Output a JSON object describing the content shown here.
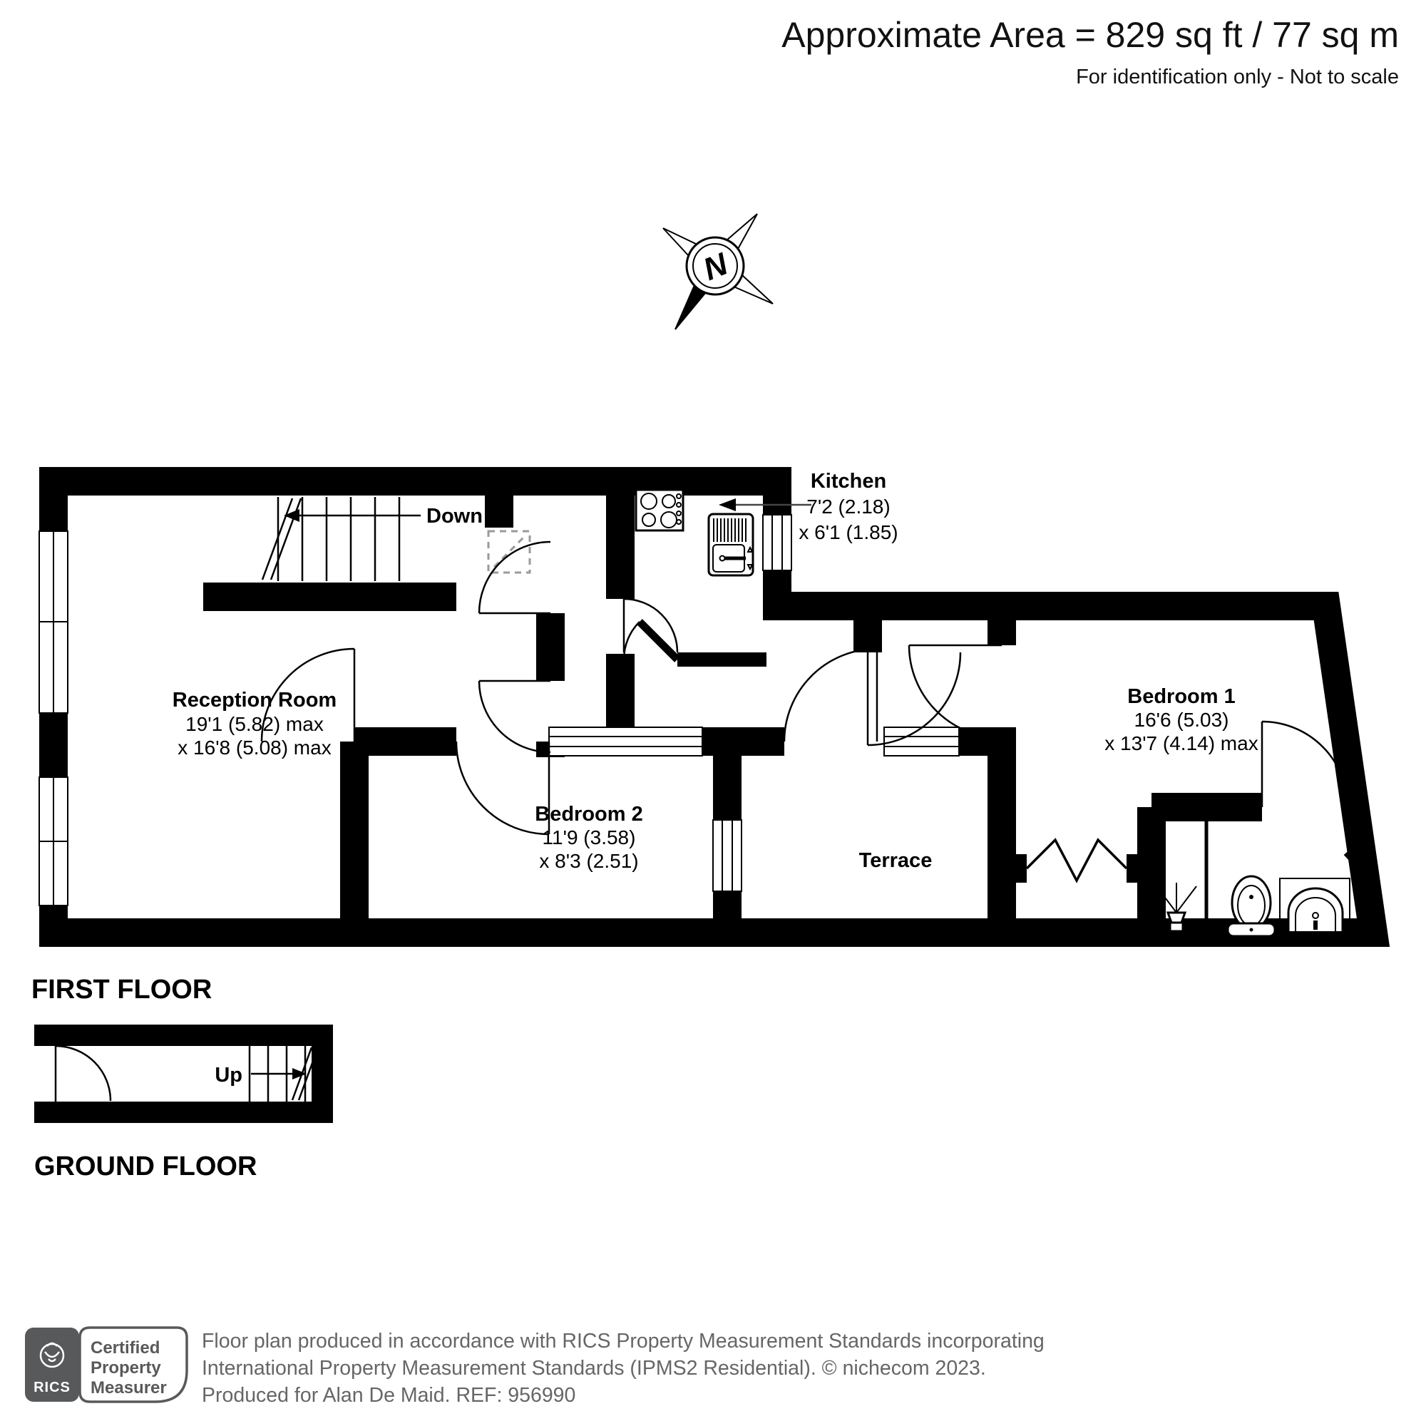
{
  "header": {
    "area_label": "Approximate Area = 829 sq ft / 77 sq m",
    "disclaimer": "For identification only - Not to scale"
  },
  "compass": {
    "letter": "N"
  },
  "floor_plan": {
    "first_floor_label": "FIRST FLOOR",
    "ground_floor_label": "GROUND FLOOR",
    "stairs": {
      "down": "Down",
      "up": "Up"
    },
    "rooms": {
      "reception": {
        "name": "Reception Room",
        "dim1": "19'1 (5.82) max",
        "dim2": "x 16'8 (5.08) max"
      },
      "kitchen": {
        "name": "Kitchen",
        "dim1": "7'2 (2.18)",
        "dim2": "x 6'1 (1.85)"
      },
      "bedroom1": {
        "name": "Bedroom 1",
        "dim1": "16'6 (5.03)",
        "dim2": "x 13'7 (4.14) max"
      },
      "bedroom2": {
        "name": "Bedroom 2",
        "dim1": "11'9 (3.58)",
        "dim2": "x 8'3 (2.51)"
      },
      "terrace": {
        "name": "Terrace"
      }
    }
  },
  "footer": {
    "rics_logo": "RICS",
    "cert_line1": "Certified",
    "cert_line2": "Property",
    "cert_line3": "Measurer",
    "line1": "Floor plan produced in accordance with RICS Property Measurement Standards incorporating",
    "line2": "International Property Measurement Standards (IPMS2 Residential).   © nichecom 2023.",
    "line3": "Produced for Alan De Maid.   REF: 956990"
  },
  "colors": {
    "wall": "#000000",
    "footer_text": "#666666",
    "rics_gray": "#58595b"
  }
}
